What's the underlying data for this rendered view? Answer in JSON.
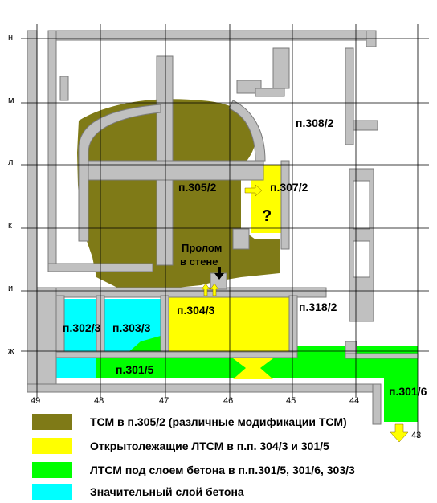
{
  "colors": {
    "wall": "#c0c0c0",
    "wall_stroke": "#7a7a7a",
    "tcm": "#7f7a17",
    "ltcm_open": "#ffff00",
    "ltcm_concrete": "#00ff00",
    "concrete": "#00ffff"
  },
  "rows": [
    "н",
    "м",
    "л",
    "к",
    "и",
    "ж"
  ],
  "columns": [
    "49",
    "48",
    "47",
    "46",
    "45",
    "44",
    "43"
  ],
  "rooms": {
    "r305": "п.305/2",
    "r307": "п.307/2",
    "r308": "п.308/2",
    "r304": "п.304/3",
    "r318": "п.318/2",
    "r302": "п.302/3",
    "r303": "п.303/3",
    "r301_5": "п.301/5",
    "r301_6": "п.301/6"
  },
  "question_mark": "?",
  "breach_line1": "Пролом",
  "breach_line2": "в стене",
  "legend": [
    {
      "color": "#7f7a17",
      "text": "ТСМ в п.305/2 (различные модификации ТСМ)"
    },
    {
      "color": "#ffff00",
      "text": "Открытолежащие ЛТСМ в п.п. 304/3 и 301/5"
    },
    {
      "color": "#00ff00",
      "text": "ЛТСМ под слоем бетона в п.п.301/5, 301/6, 303/3"
    },
    {
      "color": "#00ffff",
      "text": "Значительный слой бетона"
    }
  ]
}
